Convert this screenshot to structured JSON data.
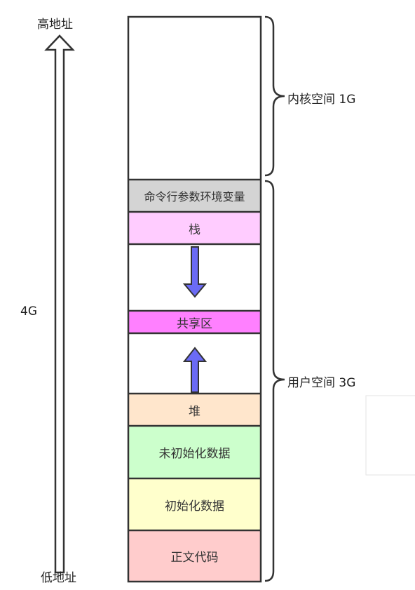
{
  "address_axis": {
    "high_label": "高地址",
    "total_label": "4G",
    "low_label": "低地址"
  },
  "segments": [
    {
      "key": "kernel",
      "label": "",
      "color": "#ffffff"
    },
    {
      "key": "cmdline_env",
      "label": "命令行参数环境变量",
      "color": "#d4d4d4"
    },
    {
      "key": "stack",
      "label": "栈",
      "color": "#ffccff"
    },
    {
      "key": "gap_top",
      "label": "",
      "color": "#ffffff"
    },
    {
      "key": "shared",
      "label": "共享区",
      "color": "#ff80ff"
    },
    {
      "key": "gap_bottom",
      "label": "",
      "color": "#ffffff"
    },
    {
      "key": "heap",
      "label": "堆",
      "color": "#ffe6cc"
    },
    {
      "key": "bss",
      "label": "未初始化数据",
      "color": "#ccffcc"
    },
    {
      "key": "data",
      "label": "初始化数据",
      "color": "#ffffcc"
    },
    {
      "key": "text",
      "label": "正文代码",
      "color": "#ffcccc"
    }
  ],
  "regions": {
    "kernel_space": "内核空间 1G",
    "user_space": "用户空间 3G"
  },
  "growth_arrows": {
    "stack_direction": "down",
    "heap_direction": "up",
    "color": "#6b6bf5"
  }
}
